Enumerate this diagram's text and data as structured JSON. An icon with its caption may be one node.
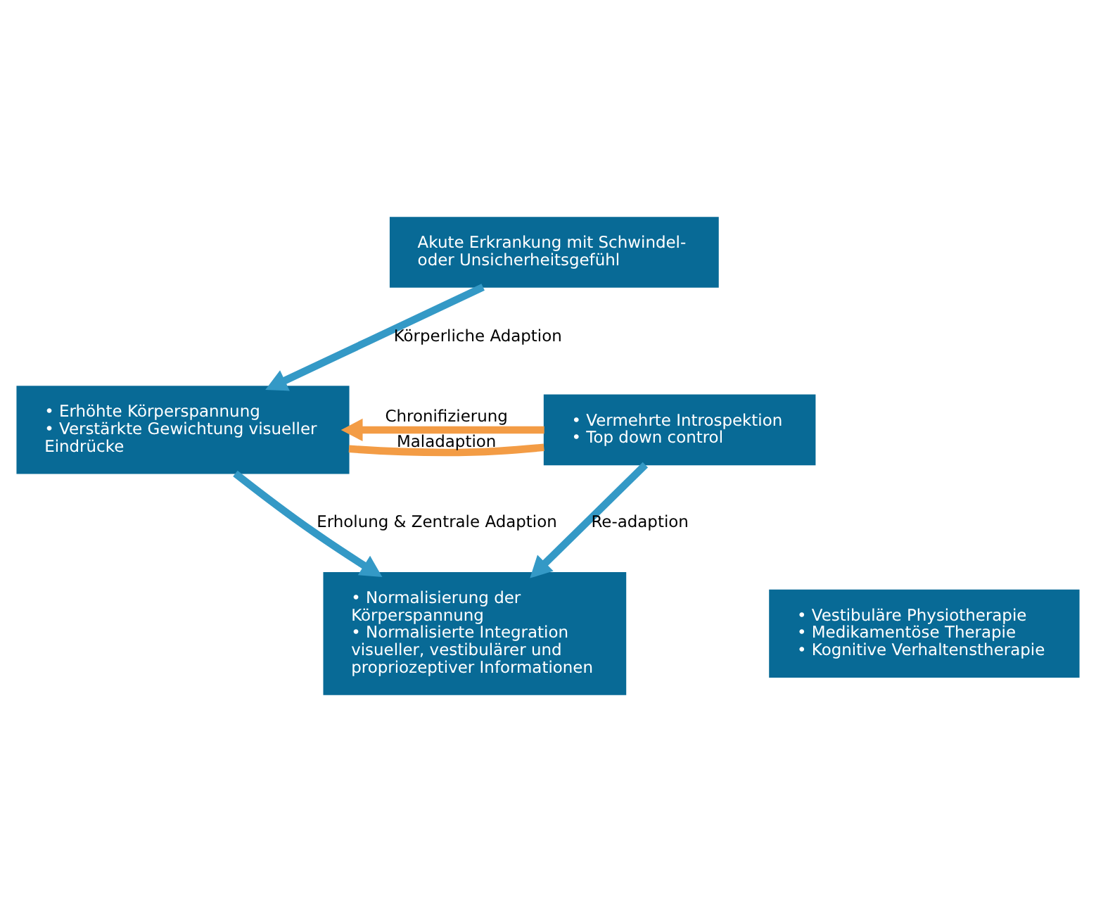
{
  "diagram": {
    "nodes": [
      {
        "text": [
          "Akute Erkrankung mit Schwindel- oder Unsicherheitsgefühl"
        ]
      },
      {
        "text": [
          "• Erhöhte Körperspannung",
          "• Verstärkte Gewichtung visueller Eindrücke"
        ]
      },
      {
        "text": [
          "• Vermehrte Introspektion",
          "• Top down control"
        ]
      },
      {
        "text": [
          "• Vestibuläre Physiotherapie",
          "• Medikamentöse Therapie",
          "• Kognitive Verhaltenstherapie"
        ]
      },
      {
        "text": [
          "• Normalisierung der Körperspannung",
          "• Normalisierte Integration visueller, vestibulärer und propriozeptiver Informationen"
        ]
      }
    ],
    "edges": [
      {
        "from": 0,
        "to": 1,
        "arrow": "to",
        "label": "Körperliche Adaption"
      },
      {
        "from": 1,
        "to": 4,
        "arrow": "to",
        "label": "Erholung & Zentrale Adaption"
      },
      {
        "from": 1,
        "to": 2,
        "arrow": "none",
        "label": "Maladaption",
        "color": "#f39c45"
      },
      {
        "from": 2,
        "to": 1,
        "arrow": "to",
        "label": "Chronifizierung",
        "color": "#f39c45"
      },
      {
        "from": 2,
        "to": 4,
        "arrow": "to",
        "label": "Re-adaption"
      }
    ]
  }
}
